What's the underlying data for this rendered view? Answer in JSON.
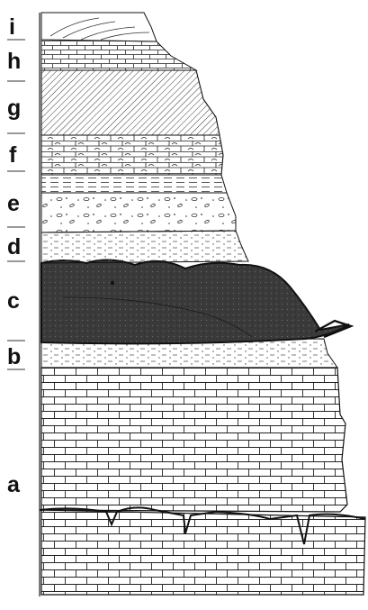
{
  "figure": {
    "layers": [
      {
        "id": "i",
        "label": "i",
        "lithology": "cross-bedded sand"
      },
      {
        "id": "h",
        "label": "h",
        "lithology": "shaly limestone"
      },
      {
        "id": "g",
        "label": "g",
        "lithology": "hatched bed"
      },
      {
        "id": "f",
        "label": "f",
        "lithology": "nodular limestone"
      },
      {
        "id": "e",
        "label": "e",
        "lithology": "conglomerate with laminated shale"
      },
      {
        "id": "d",
        "label": "d",
        "lithology": "silty shale"
      },
      {
        "id": "c",
        "label": "c",
        "lithology": "dark lens"
      },
      {
        "id": "b",
        "label": "b",
        "lithology": "marl"
      },
      {
        "id": "a",
        "label": "a",
        "lithology": "limestone with karst surface"
      }
    ],
    "colors": {
      "ink": "#111111",
      "dark_lens": "#3a3a3a",
      "background": "#ffffff"
    }
  }
}
